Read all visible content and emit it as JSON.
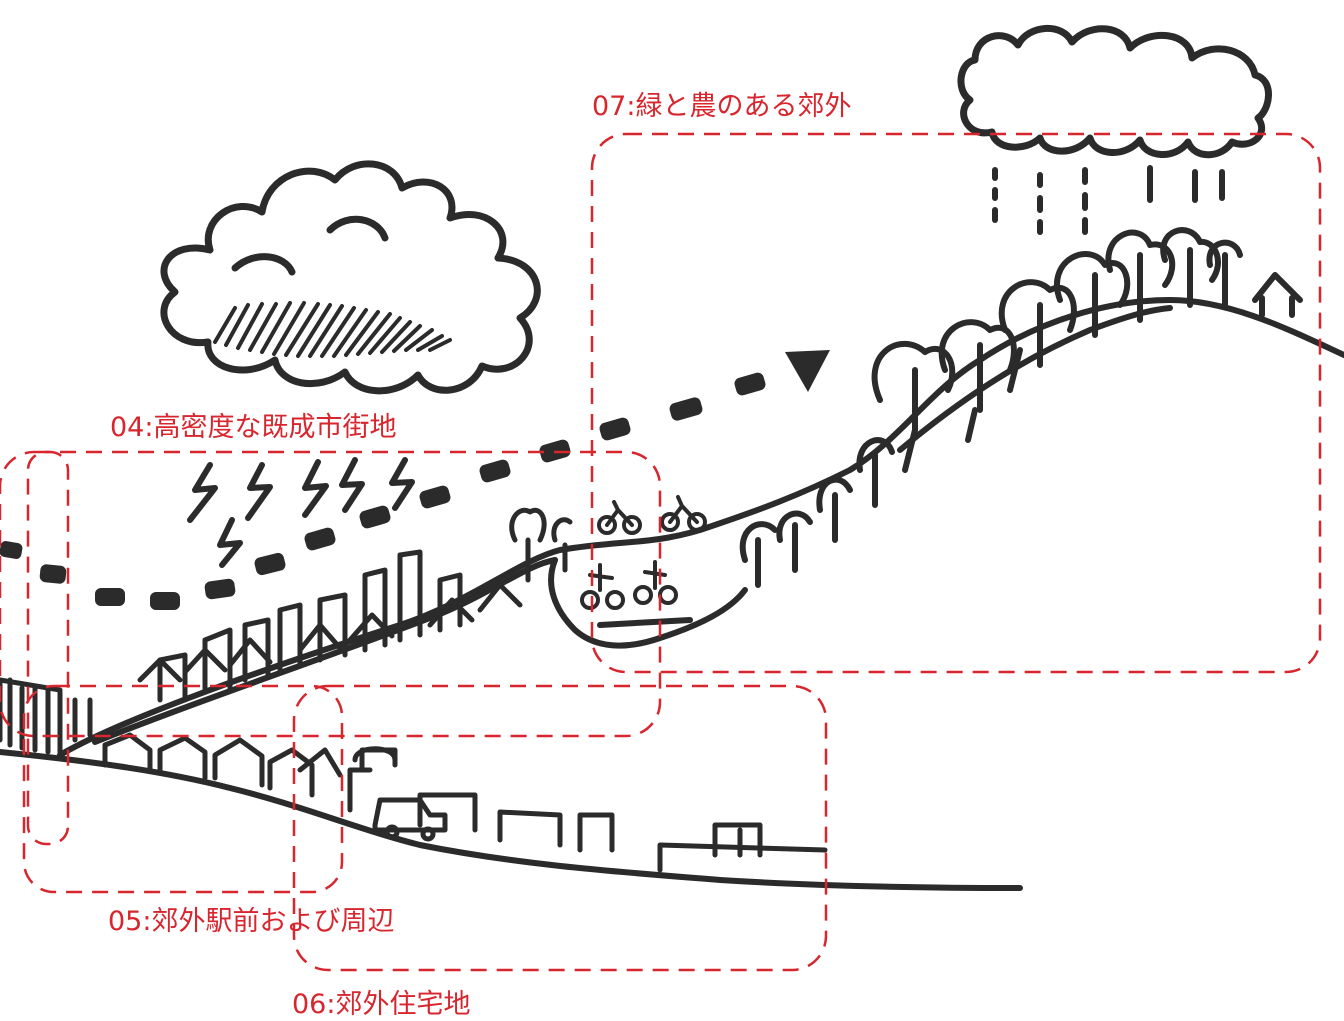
{
  "colors": {
    "ink": "#2b2b2b",
    "accent": "#d7262e",
    "paper": "#ffffff"
  },
  "zones": [
    {
      "id": "z04",
      "label": "04:高密度な既成市街地"
    },
    {
      "id": "z05",
      "label": "05:郊外駅前および周辺"
    },
    {
      "id": "z06",
      "label": "06:郊外住宅地"
    },
    {
      "id": "z07",
      "label": "07:緑と農のある郊外"
    }
  ],
  "icons": [
    "rain-cloud-icon",
    "storm-cloud-icon",
    "lightning-icon",
    "wind-arrow-icon",
    "bicycle-icon",
    "tree-icon",
    "building-icon",
    "car-icon",
    "house-icon"
  ]
}
